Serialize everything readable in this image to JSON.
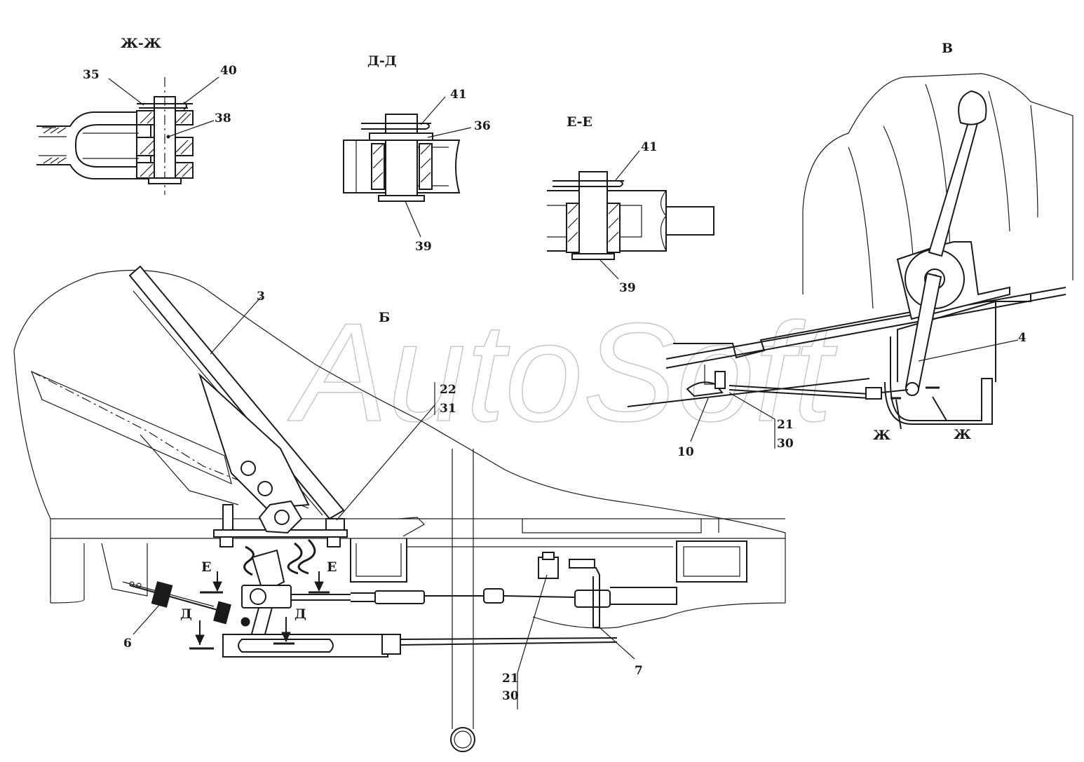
{
  "watermark": "AutoSoft",
  "section_titles": {
    "zh": "Ж-Ж",
    "d": "Д-Д",
    "e": "Е-Е",
    "view_b": "Б",
    "view_v": "В"
  },
  "cut_marks": {
    "e_left": "Е",
    "e_right": "Е",
    "d_left": "Д",
    "d_right": "Д",
    "zh_left": "Ж",
    "zh_right": "Ж"
  },
  "callouts": {
    "c35": "35",
    "c40": "40",
    "c38": "38",
    "c41a": "41",
    "c36": "36",
    "c39a": "39",
    "c41b": "41",
    "c39b": "39",
    "c3": "3",
    "c22": "22",
    "c31": "31",
    "c4": "4",
    "c10": "10",
    "c21a": "21",
    "c30a": "30",
    "c6": "6",
    "c7": "7",
    "c21b": "21",
    "c30b": "30"
  },
  "colors": {
    "line": "#1a1a1a",
    "watermark": "#c9c9c9",
    "background": "#ffffff"
  }
}
